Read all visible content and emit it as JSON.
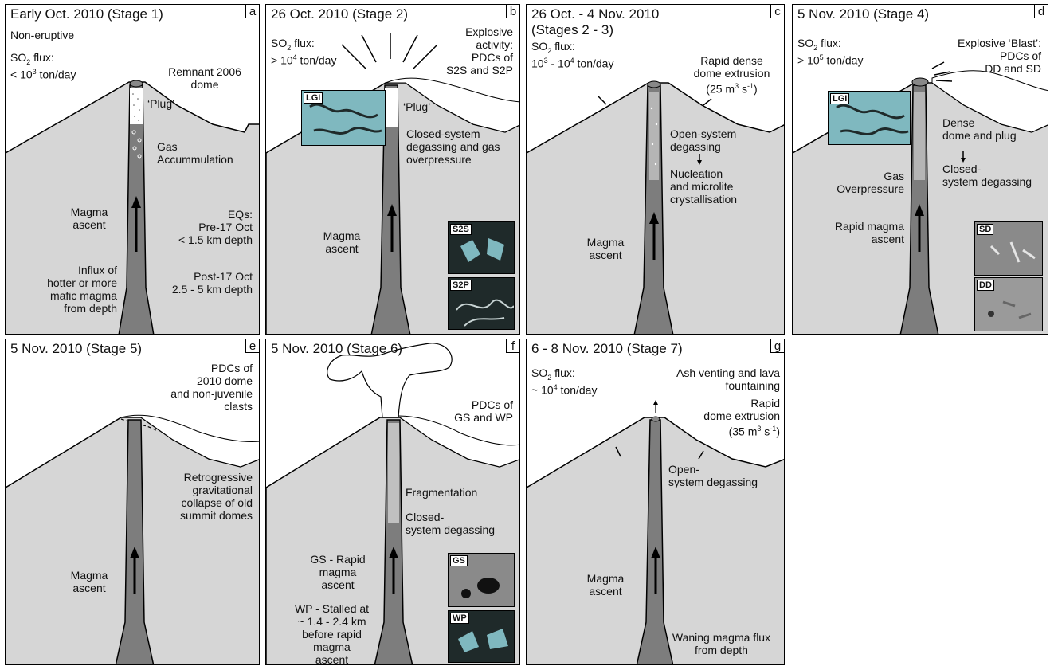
{
  "panels": [
    {
      "title": "Early Oct. 2010 (Stage 1)",
      "tag": "a",
      "labels": {
        "status": "Non-eruptive",
        "so2_label": "SO",
        "so2_sub": "2",
        "so2_suffix": " flux:",
        "so2_value": "< 10",
        "so2_exp": "3",
        "so2_unit": " ton/day",
        "dome1": "Remnant 2006",
        "dome2": "dome",
        "plug": "‘Plug’",
        "gas1": "Gas",
        "gas2": "Accummulation",
        "ascent1": "Magma",
        "ascent2": "ascent",
        "eq1": "EQs:",
        "eq2": "Pre-17 Oct",
        "eq3": "< 1.5 km depth",
        "influx1": "Influx of",
        "influx2": "hotter or more",
        "influx3": "mafic magma",
        "influx4": "from depth",
        "post1": "Post-17 Oct",
        "post2": "2.5 - 5 km depth"
      }
    },
    {
      "title": "26 Oct. 2010 (Stage 2)",
      "tag": "b",
      "labels": {
        "so2_label": "SO",
        "so2_sub": "2",
        "so2_suffix": " flux:",
        "so2_value": "> 10",
        "so2_exp": "4",
        "so2_unit": " ton/day",
        "expl1": "Explosive",
        "expl2": "activity:",
        "expl3": "PDCs of",
        "expl4": "S2S and S2P",
        "plug": "‘Plug’",
        "cs1": "Closed-system",
        "cs2": "degassing and gas",
        "cs3": "overpressure",
        "ascent1": "Magma",
        "ascent2": "ascent",
        "thumb_lgi": "LGI",
        "thumb_s2s": "S2S",
        "thumb_s2p": "S2P"
      }
    },
    {
      "title": "26 Oct. - 4 Nov. 2010",
      "title2": "(Stages 2 - 3)",
      "tag": "c",
      "labels": {
        "so2_label": "SO",
        "so2_sub": "2",
        "so2_suffix": " flux:",
        "so2_value_a": "10",
        "so2_exp_a": "3",
        "so2_mid": " - 10",
        "so2_exp_b": "4",
        "so2_unit": " ton/day",
        "rd1": "Rapid dense",
        "rd2": "dome extrusion",
        "rd3": "(25 m",
        "rd_exp1": "3",
        "rd4": " s",
        "rd_exp2": "-1",
        "rd5": ")",
        "os1": "Open-system",
        "os2": "degassing",
        "nuc1": "Nucleation",
        "nuc2": "and microlite",
        "nuc3": "crystallisation",
        "ascent1": "Magma",
        "ascent2": "ascent"
      }
    },
    {
      "title": "5 Nov. 2010 (Stage 4)",
      "tag": "d",
      "labels": {
        "so2_label": "SO",
        "so2_sub": "2",
        "so2_suffix": " flux:",
        "so2_value": "> 10",
        "so2_exp": "5",
        "so2_unit": " ton/day",
        "blast1": "Explosive ‘Blast’:",
        "blast2": "PDCs of",
        "blast3": "DD and SD",
        "dd1": "Dense",
        "dd2": "dome and plug",
        "cs1": "Closed-",
        "cs2": "system degassing",
        "go1": "Gas",
        "go2": "Overpressure",
        "ra1": "Rapid magma",
        "ra2": "ascent",
        "thumb_lgi": "LGI",
        "thumb_sd": "SD",
        "thumb_dd": "DD"
      }
    },
    {
      "title": "5 Nov. 2010 (Stage 5)",
      "tag": "e",
      "labels": {
        "pdc1": "PDCs of",
        "pdc2": "2010 dome",
        "pdc3": "and non-juvenile",
        "pdc4": "clasts",
        "rg1": "Retrogressive",
        "rg2": "gravitational",
        "rg3": "collapse of old",
        "rg4": "summit domes",
        "ascent1": "Magma",
        "ascent2": "ascent"
      }
    },
    {
      "title": "5 Nov. 2010 (Stage 6)",
      "tag": "f",
      "labels": {
        "pdc1": "PDCs of",
        "pdc2": "GS and WP",
        "frag": "Fragmentation",
        "cs1": "Closed-",
        "cs2": "system degassing",
        "gs1": "GS - Rapid",
        "gs2": "magma",
        "gs3": "ascent",
        "wp1": "WP - Stalled at",
        "wp2": "~ 1.4 - 2.4 km",
        "wp3": "before rapid",
        "wp4": "magma",
        "wp5": "ascent",
        "thumb_gs": "GS",
        "thumb_wp": "WP"
      }
    },
    {
      "title": "6 - 8 Nov. 2010 (Stage 7)",
      "tag": "g",
      "labels": {
        "so2_label": "SO",
        "so2_sub": "2",
        "so2_suffix": " flux:",
        "so2_value": "~ 10",
        "so2_exp": "4",
        "so2_unit": " ton/day",
        "av1": "Ash venting and lava",
        "av2": "fountaining",
        "rd1": "Rapid",
        "rd2": "dome extrusion",
        "rd3": "(35 m",
        "rd_exp1": "3",
        "rd4": " s",
        "rd_exp2": "-1",
        "rd5": ")",
        "os1": "Open-",
        "os2": "system degassing",
        "ascent1": "Magma",
        "ascent2": "ascent",
        "wf1": "Waning magma flux",
        "wf2": "from depth"
      }
    }
  ],
  "colors": {
    "ground": "#d6d6d6",
    "conduit": "#7d7d7d",
    "thumb_teal": "#7fb8bf",
    "thumb_dark": "#1f2a2a",
    "thumb_grey": "#8a8a8a"
  }
}
